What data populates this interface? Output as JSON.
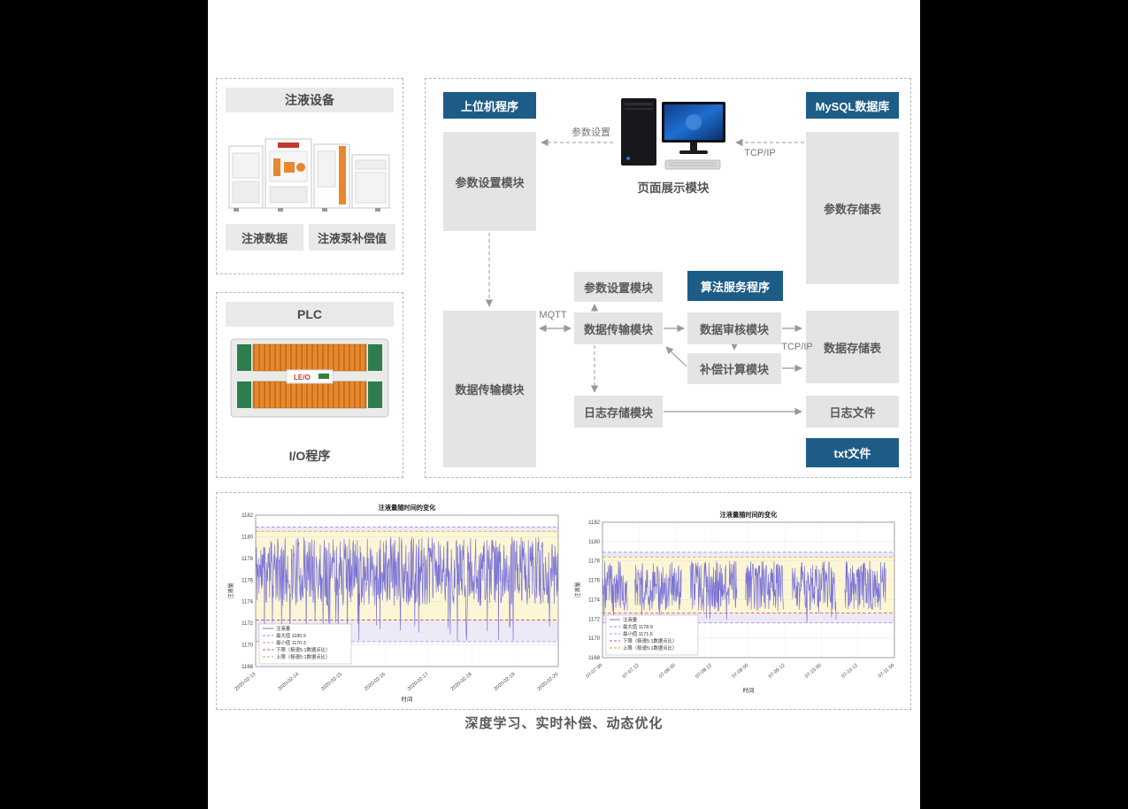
{
  "footer": {
    "caption": "深度学习、实时补偿、动态优化"
  },
  "equipment_panel": {
    "title": "注液设备",
    "label_data": "注液数据",
    "label_comp": "注液泵补偿值"
  },
  "plc_panel": {
    "title": "PLC",
    "caption": "I/O程序"
  },
  "diagram": {
    "badge_host": "上位机程序",
    "badge_mysql": "MySQL数据库",
    "badge_algo": "算法服务程序",
    "badge_txt": "txt文件",
    "param_setting_left": "参数设置模块",
    "data_trans_left": "数据传输模块",
    "page_display": "页面展示模块",
    "param_store": "参数存储表",
    "param_setting_mid": "参数设置模块",
    "data_trans_mid": "数据传输模块",
    "data_audit": "数据审核模块",
    "comp_calc": "补偿计算模块",
    "data_store": "数据存储表",
    "log_store": "日志存储模块",
    "log_file": "日志文件",
    "label_param_set": "参数设置",
    "label_tcpip_top": "TCP/IP",
    "label_mqtt": "MQTT",
    "label_tcpip_right": "TCP/IP"
  },
  "colors": {
    "badge_blue": "#1d5c87",
    "module_gray": "#e4e4e4",
    "series_purple": "#7b74d8",
    "band_yellow": "#fdf6d4",
    "band_lavender": "#edeaf8",
    "lower_red": "#e05252",
    "upper_orange": "#eba23c"
  },
  "chart_data": [
    {
      "type": "line",
      "title": "注液量随时间的变化",
      "xlabel": "时间",
      "ylabel": "注液量",
      "ylim": [
        1168,
        1182
      ],
      "yticks": [
        1168,
        1170,
        1172,
        1174,
        1176,
        1178,
        1180,
        1182
      ],
      "xticklabels": [
        "2020-02-13",
        "2020-02-14",
        "2020-02-15",
        "2020-02-16",
        "2020-02-17",
        "2020-02-18",
        "2020-02-19",
        "2020-02-20"
      ],
      "max": 1180.9,
      "min": 1170.3,
      "upper": 1180.5,
      "lower": 1172.3,
      "legend": [
        {
          "label": "注液量",
          "color": "#7b74d8",
          "dash": false
        },
        {
          "label": "最大值 1180.9",
          "color": "#8f8fe0",
          "dash": true
        },
        {
          "label": "最小值 1170.3",
          "color": "#b08fe0",
          "dash": true
        },
        {
          "label": "下限（极速5:1数据点比）",
          "color": "#e05252",
          "dash": true
        },
        {
          "label": "上限（极速5:1数据点比）",
          "color": "#eba23c",
          "dash": true
        }
      ],
      "series": {
        "name": "注液量",
        "n": 760,
        "seed": 11,
        "mean": 1176.8,
        "noise": 3.2,
        "spike_prob": 0.035,
        "segments": [
          [
            0,
            1
          ]
        ]
      }
    },
    {
      "type": "line",
      "title": "注液量随时间的变化",
      "xlabel": "时间",
      "ylabel": "注液量",
      "ylim": [
        1168,
        1182
      ],
      "yticks": [
        1168,
        1170,
        1172,
        1174,
        1176,
        1178,
        1180,
        1182
      ],
      "xticklabels": [
        "07-07 00",
        "07-07 12",
        "07-08 00",
        "07-08 12",
        "07-09 00",
        "07-09 12",
        "07-10 00",
        "07-10 12",
        "07-11 00"
      ],
      "max": 1178.9,
      "min": 1171.6,
      "upper": 1178.4,
      "lower": 1172.6,
      "legend": [
        {
          "label": "注液量",
          "color": "#7b74d8",
          "dash": false
        },
        {
          "label": "最大值 1178.9",
          "color": "#8f8fe0",
          "dash": true
        },
        {
          "label": "最小值 1171.6",
          "color": "#b08fe0",
          "dash": true
        },
        {
          "label": "下限（极速5:1数据点比）",
          "color": "#e05252",
          "dash": true
        },
        {
          "label": "上限（极速5:1数据点比）",
          "color": "#eba23c",
          "dash": true
        }
      ],
      "series": {
        "name": "注液量",
        "n": 780,
        "seed": 23,
        "mean": 1175.4,
        "noise": 2.6,
        "spike_prob": 0.012,
        "segments": [
          [
            0,
            0.085
          ],
          [
            0.11,
            0.27
          ],
          [
            0.3,
            0.46
          ],
          [
            0.49,
            0.62
          ],
          [
            0.65,
            0.8
          ],
          [
            0.83,
            0.97
          ]
        ]
      }
    }
  ]
}
